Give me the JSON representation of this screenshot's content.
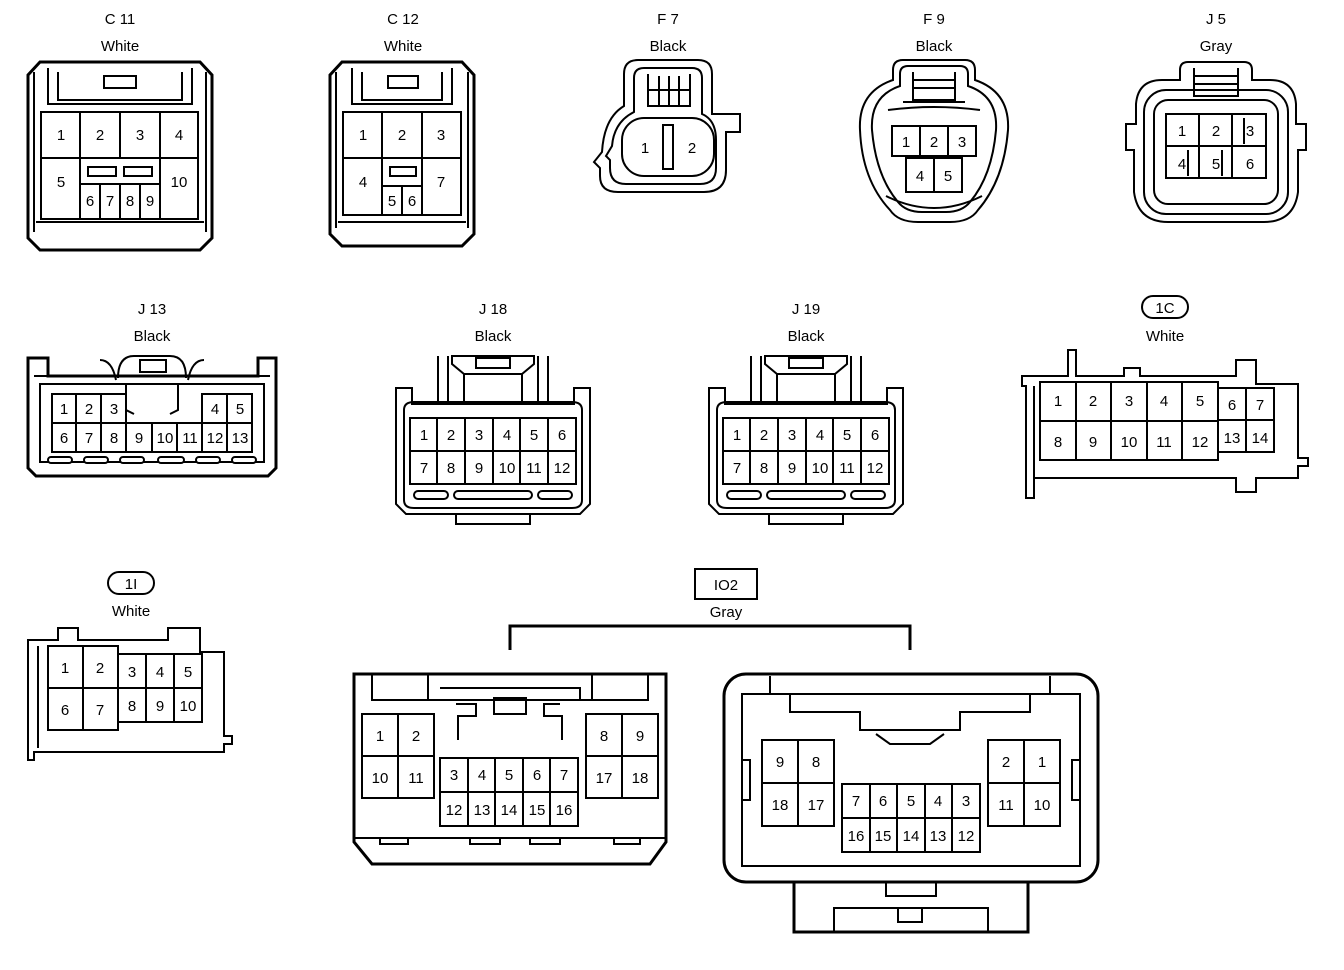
{
  "connectors": [
    {
      "id": "c11",
      "code": "C 11",
      "color": "White",
      "pins": [
        "1",
        "2",
        "3",
        "4",
        "5",
        "10",
        "6",
        "7",
        "8",
        "9"
      ]
    },
    {
      "id": "c12",
      "code": "C 12",
      "color": "White",
      "pins": [
        "1",
        "2",
        "3",
        "4",
        "7",
        "5",
        "6"
      ]
    },
    {
      "id": "f7",
      "code": "F 7",
      "color": "Black",
      "pins": [
        "1",
        "2"
      ]
    },
    {
      "id": "f9",
      "code": "F 9",
      "color": "Black",
      "pins": [
        "1",
        "2",
        "3",
        "4",
        "5"
      ]
    },
    {
      "id": "j5",
      "code": "J 5",
      "color": "Gray",
      "pins": [
        "1",
        "2",
        "3",
        "4",
        "5",
        "6"
      ]
    },
    {
      "id": "j13",
      "code": "J 13",
      "color": "Black",
      "pins": [
        "1",
        "2",
        "3",
        "4",
        "5",
        "6",
        "7",
        "8",
        "9",
        "10",
        "11",
        "12",
        "13"
      ]
    },
    {
      "id": "j18",
      "code": "J 18",
      "color": "Black",
      "pins": [
        "1",
        "2",
        "3",
        "4",
        "5",
        "6",
        "7",
        "8",
        "9",
        "10",
        "11",
        "12"
      ]
    },
    {
      "id": "j19",
      "code": "J 19",
      "color": "Black",
      "pins": [
        "1",
        "2",
        "3",
        "4",
        "5",
        "6",
        "7",
        "8",
        "9",
        "10",
        "11",
        "12"
      ]
    },
    {
      "id": "c1c",
      "code": "1C",
      "color": "White",
      "pins": [
        "1",
        "2",
        "3",
        "4",
        "5",
        "6",
        "7",
        "8",
        "9",
        "10",
        "11",
        "12",
        "13",
        "14"
      ]
    },
    {
      "id": "c1i",
      "code": "1I",
      "color": "White",
      "pins": [
        "1",
        "2",
        "3",
        "4",
        "5",
        "6",
        "7",
        "8",
        "9",
        "10"
      ]
    },
    {
      "id": "io2",
      "code": "IO2",
      "color": "Gray",
      "pins_left": [
        "1",
        "2",
        "10",
        "11",
        "3",
        "4",
        "5",
        "6",
        "7",
        "12",
        "13",
        "14",
        "15",
        "16",
        "8",
        "9",
        "17",
        "18"
      ],
      "pins_right": [
        "9",
        "8",
        "18",
        "17",
        "7",
        "6",
        "5",
        "4",
        "3",
        "16",
        "15",
        "14",
        "13",
        "12",
        "2",
        "1",
        "11",
        "10"
      ]
    }
  ]
}
